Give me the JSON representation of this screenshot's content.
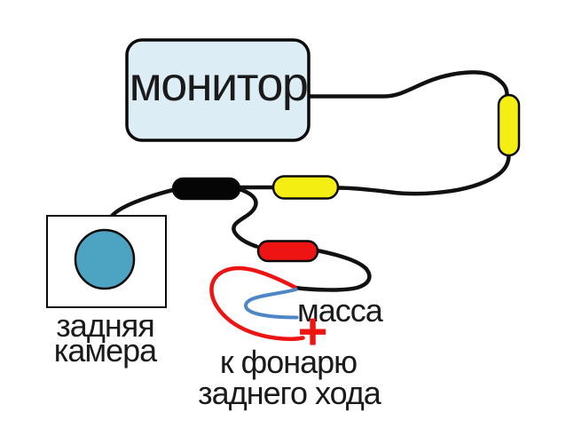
{
  "diagram": {
    "monitor_label": "монитор",
    "camera_label_line1": "задняя",
    "camera_label_line2": "камера",
    "ground_label": "масса",
    "plus_label": "+",
    "reverse_light_label_line1": "к фонарю",
    "reverse_light_label_line2": "заднего хода"
  },
  "colors": {
    "background": "#ffffff",
    "outline": "#0a0a0a",
    "text": "#1a1a1a",
    "monitor_fill": "#dcedf5",
    "camera_fill": "#ffffff",
    "camera_lens": "#4da4c2",
    "yellow_connector": "#f5ee12",
    "black_connector": "#050505",
    "red_connector": "#ee1414",
    "wire_black": "#111111",
    "wire_red": "#ee1414",
    "wire_blue": "#4f86c6"
  }
}
